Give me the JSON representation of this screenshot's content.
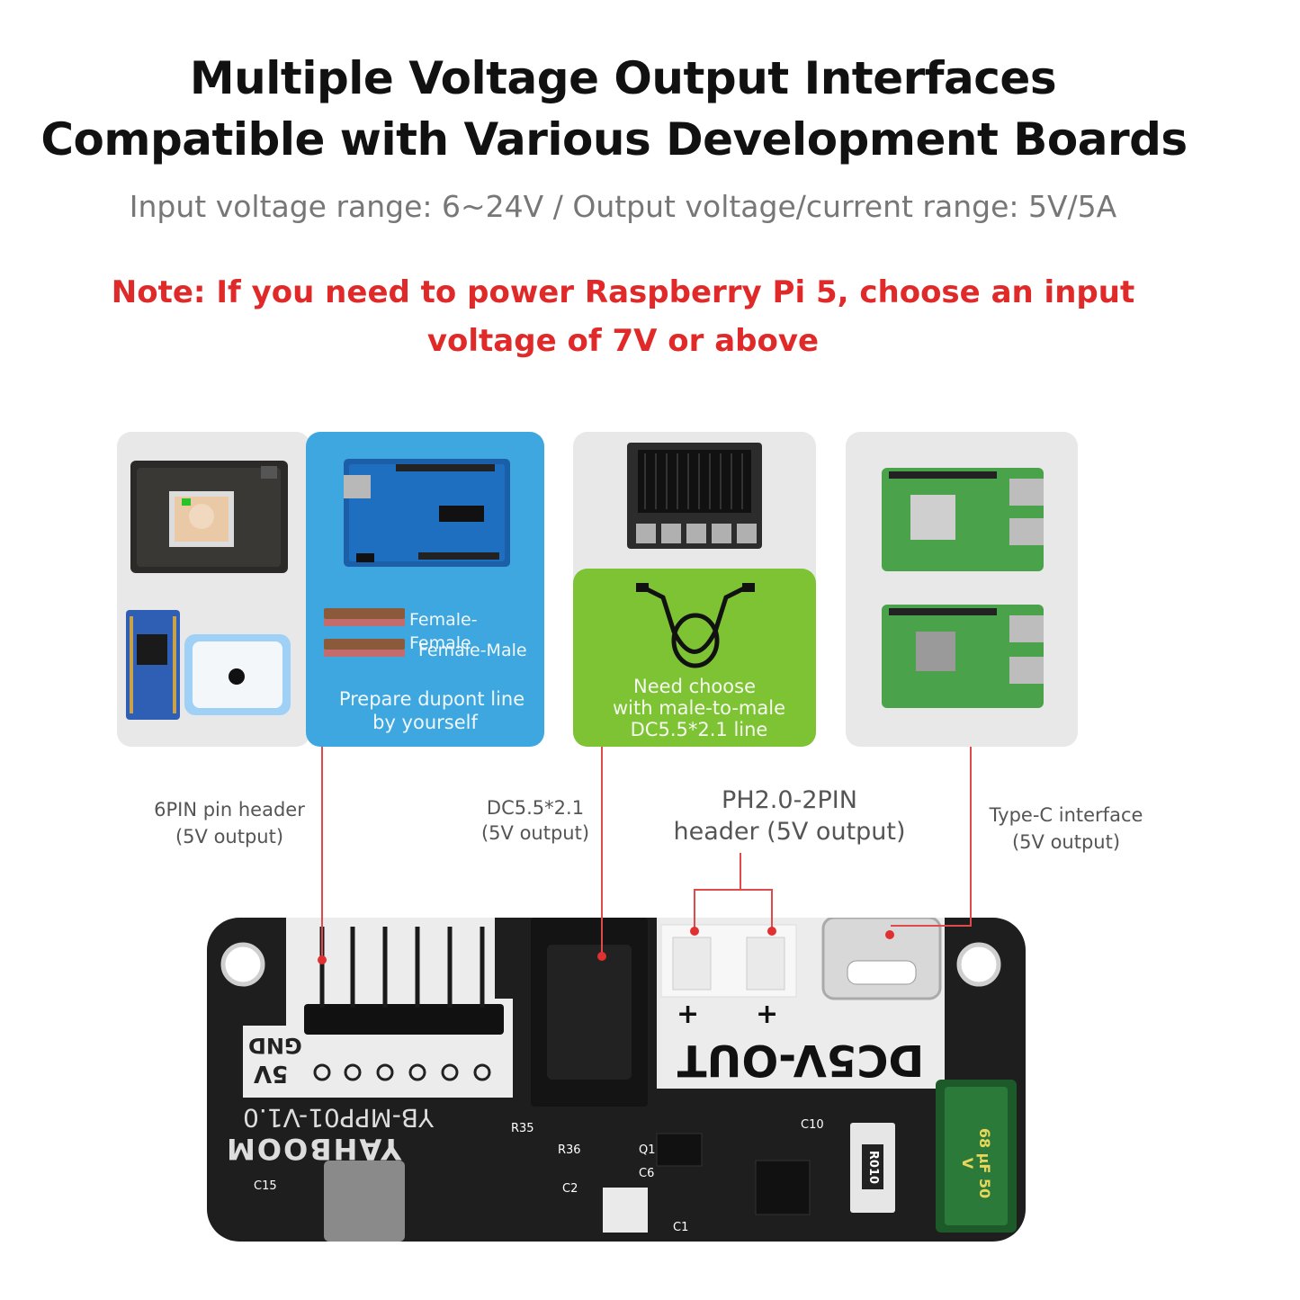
{
  "header": {
    "title_line1": "Multiple Voltage Output Interfaces",
    "title_line2": "Compatible with Various Development Boards",
    "subtitle": "Input voltage range: 6~24V / Output voltage/current range: 5V/5A",
    "note_line1": "Note: If you need to power Raspberry Pi 5, choose an input",
    "note_line2": "voltage of 7V or above"
  },
  "cards": {
    "blue": {
      "cable1": "Female-Female",
      "cable2": "Female-Male",
      "text_line1": "Prepare dupont line",
      "text_line2": "by yourself"
    },
    "green": {
      "text_line1": "Need choose",
      "text_line2": "with male-to-male",
      "text_line3": "DC5.5*2.1 line"
    }
  },
  "ports": [
    {
      "line1": "6PIN pin header",
      "line2": "(5V output)"
    },
    {
      "line1": "DC5.5*2.1",
      "line2": "(5V output)"
    },
    {
      "line1": "PH2.0-2PIN",
      "line2": "header (5V output)"
    },
    {
      "line1": "Type-C interface",
      "line2": "(5V output)"
    }
  ],
  "board": {
    "silk_main": "DC5V-OUT",
    "silk_model": "YB-MPP01-V1.0",
    "silk_brand": "YAHBOOM",
    "pin_5v": "5V",
    "pin_gnd": "GND",
    "plus": "+",
    "cap_label": "68 μF 50 V",
    "resistor_label": "R010",
    "small_labels": [
      "R35",
      "R36",
      "C15",
      "C10",
      "C2",
      "Q1",
      "C6",
      "C1"
    ]
  },
  "colors": {
    "note_red": "#e02a2a",
    "blue_card": "#3ea7e0",
    "green_card": "#7ec334",
    "gray_card": "#e8e8e8",
    "board_black": "#1e1e1e"
  }
}
